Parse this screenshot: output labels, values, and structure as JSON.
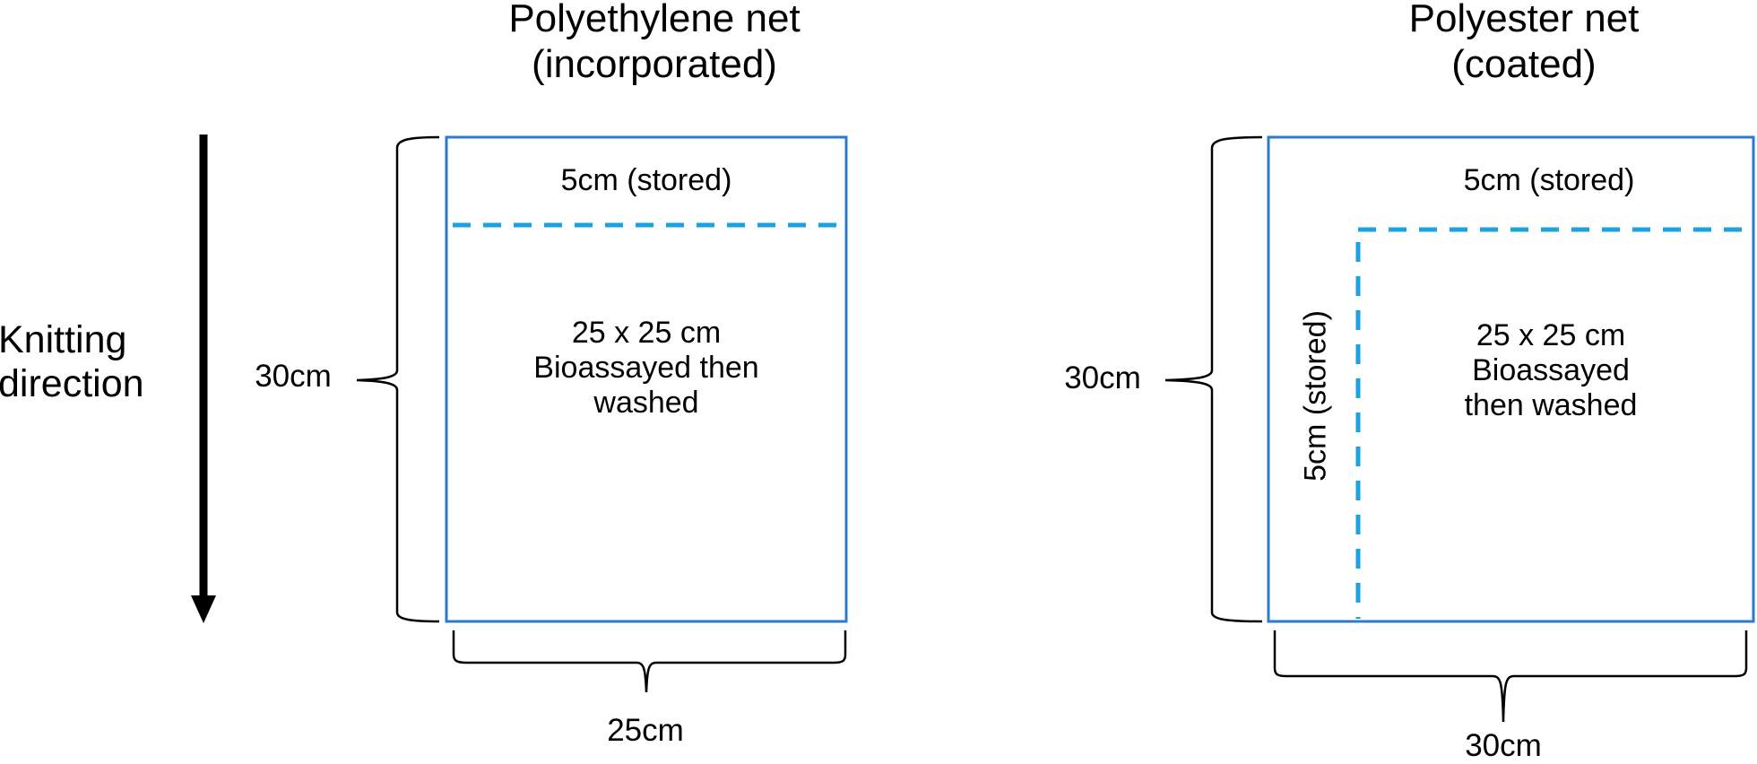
{
  "colors": {
    "box_border": "#2a7bcf",
    "dashed_line": "#1aa3e0",
    "text": "#000000",
    "background": "#ffffff"
  },
  "knitting_direction": {
    "label_line1": "Knitting",
    "label_line2": "direction",
    "icon": "arrow-down-icon"
  },
  "panels": [
    {
      "title_line1": "Polyethylene net",
      "title_line2": "(incorporated)",
      "height_label": "30cm",
      "width_label": "25cm",
      "stored_top_label": "5cm (stored)",
      "test_area_line1": "25 x 25 cm",
      "test_area_line2": "Bioassayed then",
      "test_area_line3": "washed"
    },
    {
      "title_line1": "Polyester net",
      "title_line2": "(coated)",
      "height_label": "30cm",
      "width_label": "30cm",
      "stored_top_label": "5cm (stored)",
      "stored_side_label": "5cm (stored)",
      "test_area_line1": "25 x 25 cm",
      "test_area_line2": "Bioassayed",
      "test_area_line3": "then washed"
    }
  ]
}
